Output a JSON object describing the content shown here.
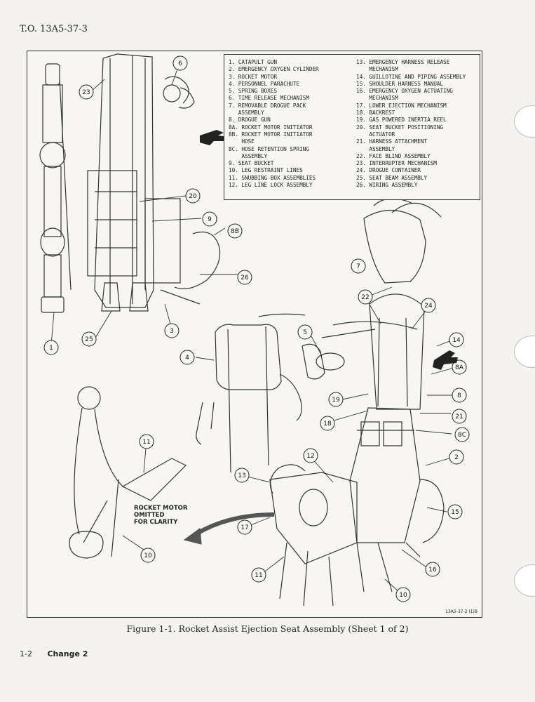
{
  "header": {
    "doc_number": "T.O. 13A5-37-3"
  },
  "legend_left": [
    "1. CATAPULT GUN",
    "2. EMERGENCY OXYGEN CYLINDER",
    "3. ROCKET MOTOR",
    "4. PERSONNEL PARACHUTE",
    "5. SPRING BOXES",
    "6. TIME RELEASE MECHANISM",
    "7. REMOVABLE DROGUE PACK",
    "   ASSEMBLY",
    "8. DROGUE GUN",
    "8A. ROCKET MOTOR INITIATOR",
    "8B. ROCKET MOTOR INITIATOR",
    "    HOSE",
    "8C. HOSE RETENTION SPRING",
    "    ASSEMBLY",
    "9. SEAT BUCKET",
    "10. LEG RESTRAINT LINES",
    "11. SNUBBING BOX ASSEMBLIES",
    "12. LEG LINE LOCK ASSEMBLY"
  ],
  "legend_right": [
    "13. EMERGENCY HARNESS RELEASE",
    "    MECHANISM",
    "14. GUILLOTINE AND PIPING ASSEMBLY",
    "15. SHOULDER HARNESS MANUAL",
    "16. EMERGENCY OXYGEN ACTUATING",
    "    MECHANISM",
    "17. LOWER EJECTION MECHANISM",
    "18. BACKREST",
    "19. GAS POWERED INERTIA REEL",
    "20. SEAT BUCKET POSITIONING",
    "    ACTUATOR",
    "21. HARNESS ATTACHMENT",
    "    ASSEMBLY",
    "22. FACE BLIND ASSEMBLY",
    "23. INTERRUPTER MECHANISM",
    "24. DROGUE CONTAINER",
    "25. SEAT BEAM ASSEMBLY",
    "26. WIRING ASSEMBLY"
  ],
  "callouts": [
    "1",
    "2",
    "3",
    "4",
    "5",
    "6",
    "7",
    "8",
    "8A",
    "8B",
    "8C",
    "9",
    "10",
    "10",
    "11",
    "11",
    "12",
    "13",
    "14",
    "15",
    "16",
    "17",
    "18",
    "19",
    "20",
    "21",
    "22",
    "23",
    "24",
    "25",
    "26"
  ],
  "note": {
    "line1": "ROCKET MOTOR",
    "line2": "OMITTED",
    "line3": "FOR CLARITY"
  },
  "figure_id": "13A5-37-2 (1)B",
  "caption": "Figure 1-1.  Rocket Assist Ejection Seat Assembly (Sheet 1 of 2)",
  "footer": {
    "page": "1-2",
    "change": "Change 2"
  }
}
